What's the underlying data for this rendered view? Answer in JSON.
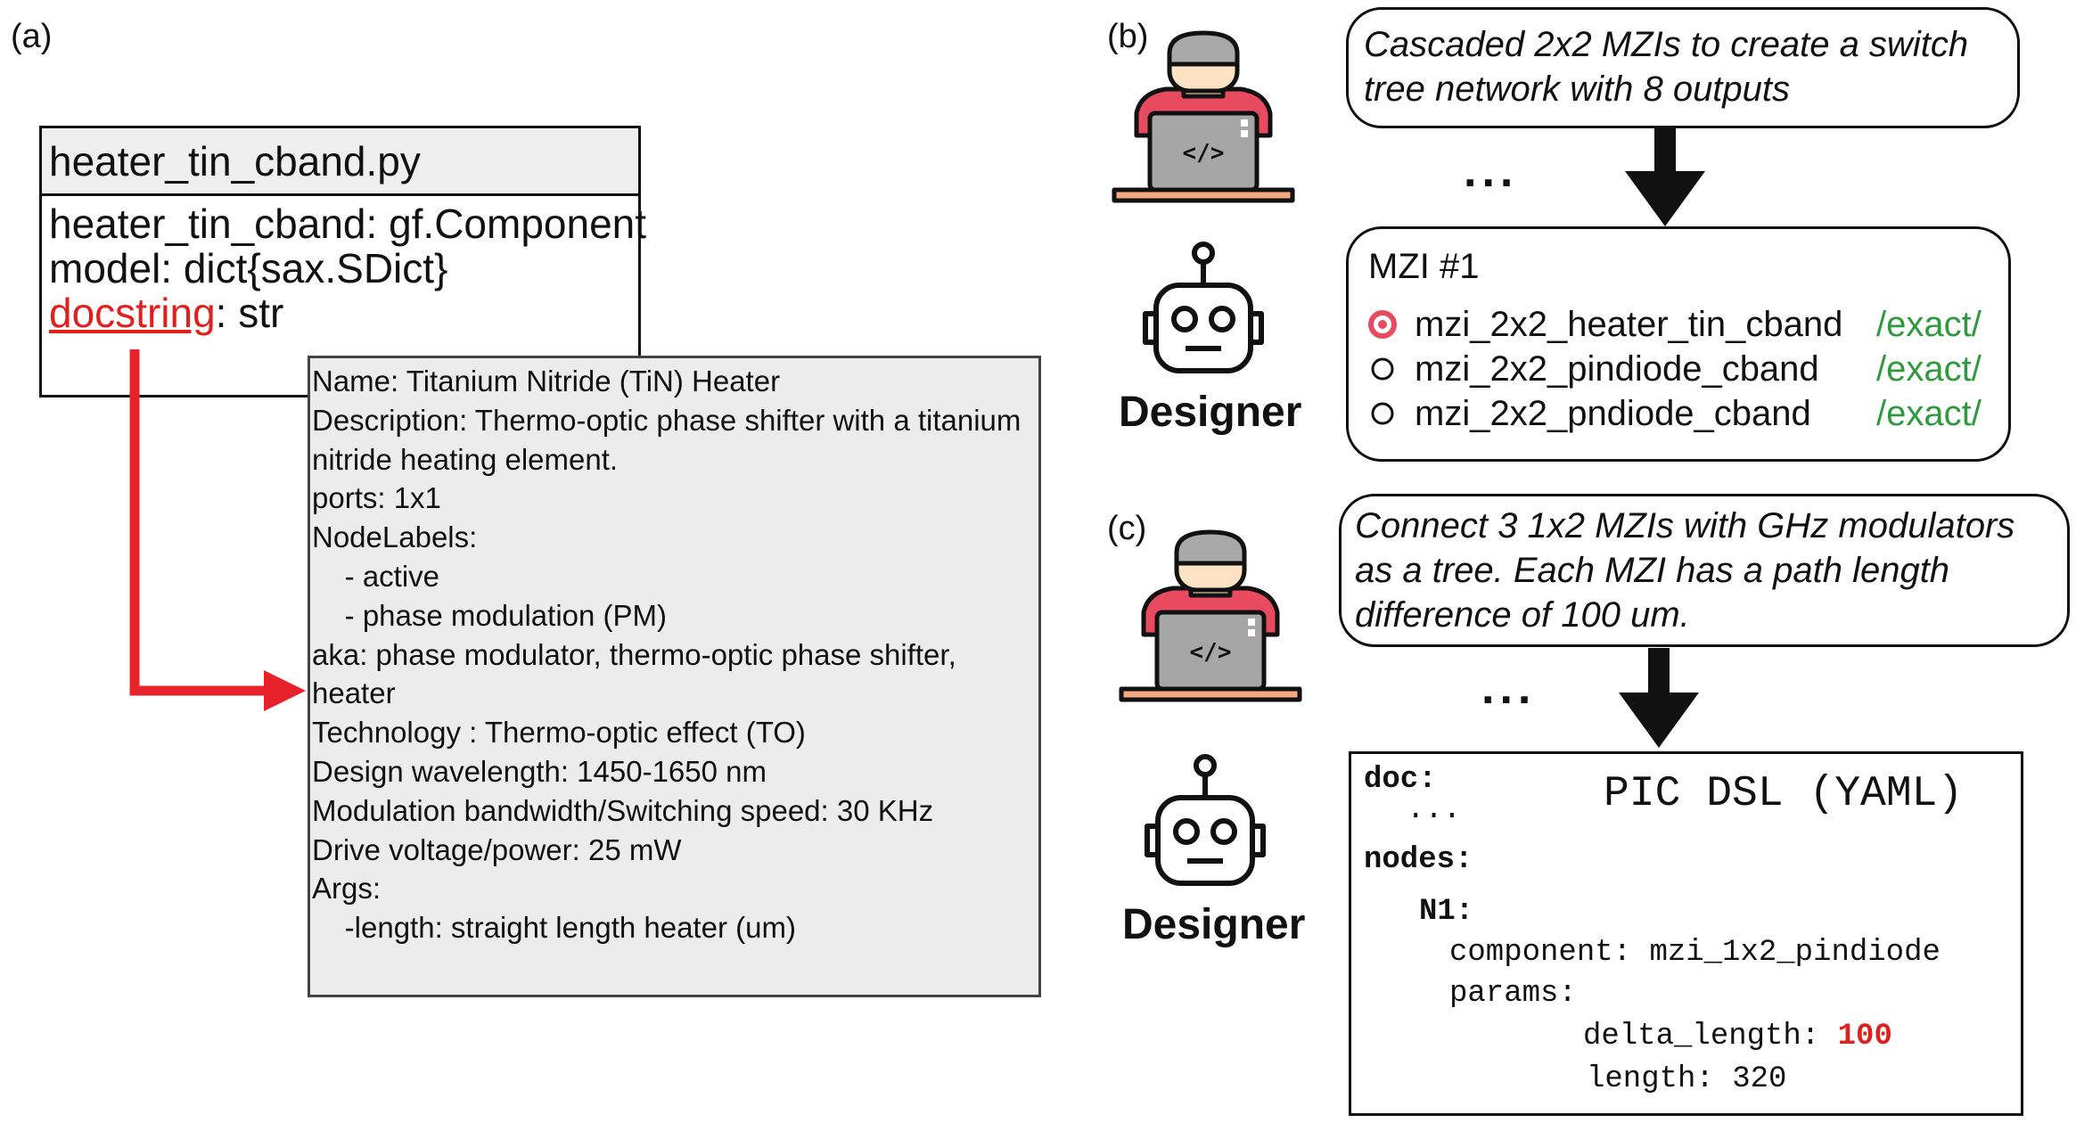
{
  "panels": {
    "a": "(a)",
    "b": "(b)",
    "c": "(c)"
  },
  "class_box": {
    "title": "heater_tin_cband.py",
    "field_component": "heater_tin_cband: gf.Component",
    "field_model": "model: dict{sax.SDict}",
    "field_docstring_name": "docstring",
    "field_docstring_type": ": str"
  },
  "docstring_lines": [
    "Name: Titanium Nitride (TiN) Heater",
    "Description: Thermo-optic phase shifter with a titanium",
    "nitride heating element.",
    "ports: 1x1",
    "NodeLabels:",
    "    - active",
    "    - phase modulation (PM)",
    "aka: phase modulator, thermo-optic phase shifter,",
    "heater",
    "Technology : Thermo-optic effect (TO)",
    "Design wavelength: 1450-1650 nm",
    "Modulation bandwidth/Switching speed: 30 KHz",
    "Drive voltage/power: 25 mW",
    "",
    "Args:",
    "    -length: straight length heater (um)"
  ],
  "panel_b": {
    "prompt_line1": "Cascaded 2x2 MZIs to create a switch",
    "prompt_line2": "tree network with 8 outputs",
    "ellipsis": "...",
    "designer_label": "Designer",
    "mzi_title": "MZI #1",
    "options": [
      {
        "name": "mzi_2x2_heater_tin_cband",
        "tag": "/exact/",
        "selected": true
      },
      {
        "name": "mzi_2x2_pindiode_cband",
        "tag": "/exact/",
        "selected": false
      },
      {
        "name": "mzi_2x2_pndiode_cband",
        "tag": "/exact/",
        "selected": false
      }
    ]
  },
  "panel_c": {
    "prompt_line1": "Connect 3 1x2 MZIs with GHz modulators",
    "prompt_line2": "as a tree. Each MZI has a path length",
    "prompt_line3": "difference of 100 um.",
    "ellipsis": "...",
    "designer_label": "Designer",
    "dsl_title": "PIC DSL (YAML)",
    "code": {
      "doc_key": "doc:",
      "doc_ellipsis": "...",
      "nodes_key": "nodes:",
      "node_name": "N1:",
      "component_key": "component: ",
      "component_value": "mzi_1x2_pindiode",
      "params_key": "params:",
      "delta_length_key": "delta_length: ",
      "delta_length_value": "100",
      "length_key": "length: ",
      "length_value": "320"
    }
  },
  "colors": {
    "arrow_red": "#e8222a",
    "exact_green": "#2e9a3d",
    "user_shirt": "#e84a5f",
    "skin": "#fde3c4",
    "hair": "#a9a9a9",
    "laptop": "#a6a6a6",
    "desk": "#f5a97f"
  }
}
